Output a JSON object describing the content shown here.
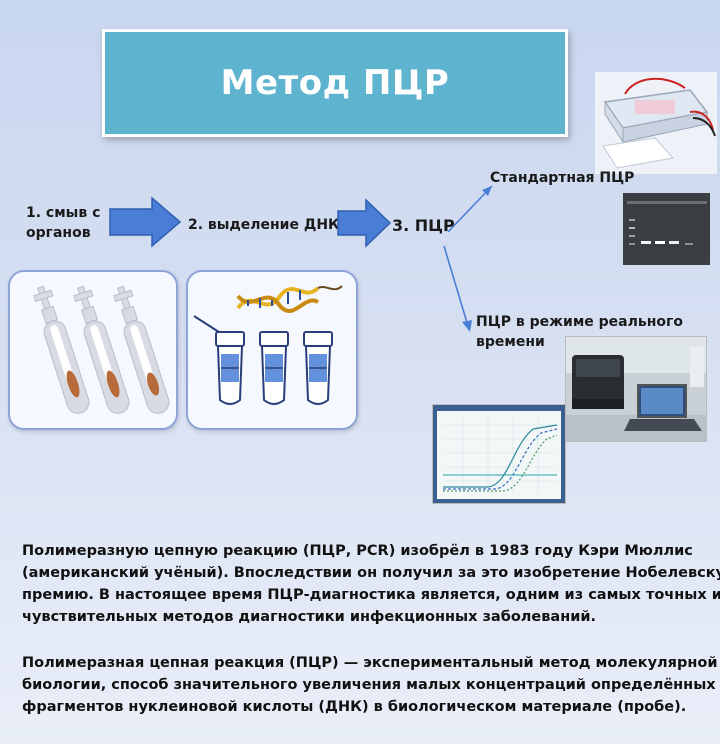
{
  "title": "Метод ПЦР",
  "steps": {
    "step1_line1": "1. смыв с",
    "step1_line2": "органов",
    "step2": "2. выделение ДНК",
    "step3": "3. ПЦР"
  },
  "branches": {
    "standard": "Стандартная ПЦР",
    "realtime_line1": "ПЦР в режиме реального",
    "realtime_line2": "времени"
  },
  "paragraph1": [
    "Полимеразную цепную реакцию (ПЦР, PCR) изобрёл в 1983 году Кэри Мюллис",
    "(американский учёный). Впоследствии он получил за это изобретение Нобелевскую",
    "премию. В настоящее время ПЦР-диагностика является, одним из самых точных и",
    "чувствительных методов диагностики инфекционных заболеваний."
  ],
  "paragraph2": [
    "Полимеразная цепная реакция (ПЦР) — экспериментальный метод молекулярной",
    "биологии, способ значительного увеличения малых концентраций определённых",
    "фрагментов нуклеиновой кислоты (ДНК) в биологическом материале (пробе)."
  ],
  "colors": {
    "title_bg": "#5eb3cf",
    "arrow_fill": "#4a7ed6",
    "panel_border": "#8ea4d8",
    "swab_tip": "#b86b3a"
  }
}
